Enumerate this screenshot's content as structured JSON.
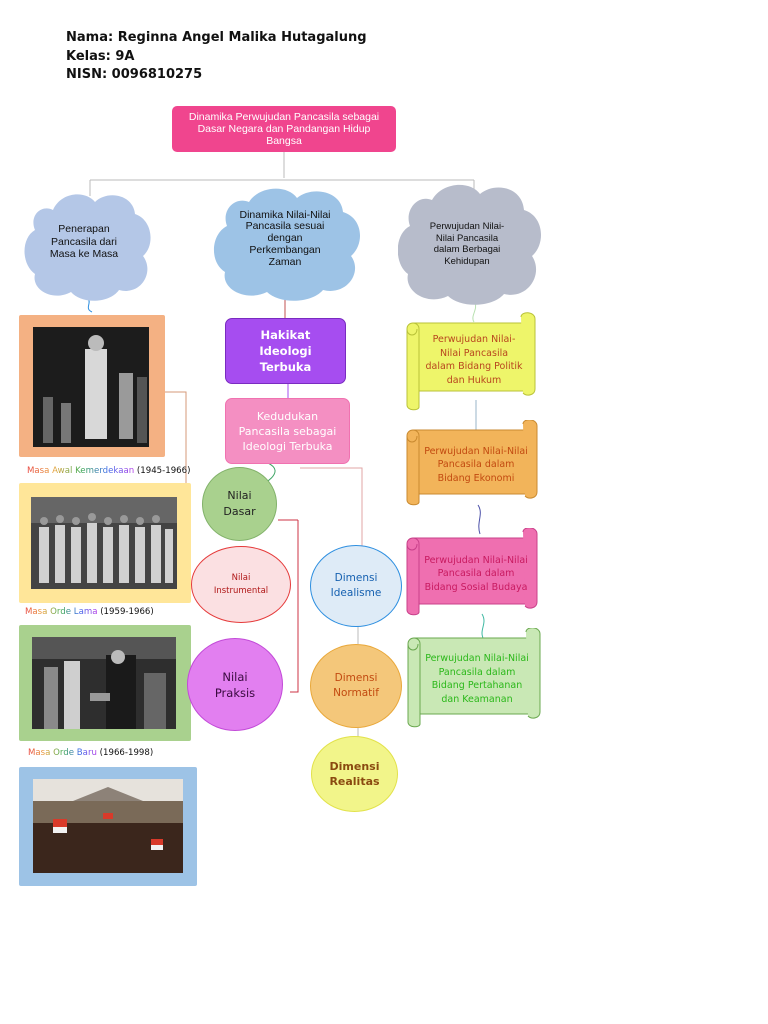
{
  "header": {
    "nama": "Nama: Reginna Angel Malika Hutagalung",
    "kelas": "Kelas: 9A",
    "nisn": "NISN: 0096810275"
  },
  "title": "Dinamika Perwujudan Pancasila sebagai Dasar Negara dan Pandangan Hidup Bangsa",
  "clouds": {
    "left": "Penerapan Pancasila dari Masa ke Masa",
    "middle": "Dinamika Nilai-Nilai Pancasila sesuai dengan Perkembangan Zaman",
    "right": "Perwujudan Nilai-Nilai Pancasila dalam Berbagai Kehidupan"
  },
  "eras": [
    {
      "name": "Masa Awal Kemerdekaan",
      "years": "(1945-1966)"
    },
    {
      "name": "Masa Orde Lama",
      "years": "(1959-1966)"
    },
    {
      "name": "Masa Orde Baru",
      "years": "(1966-1998)"
    }
  ],
  "middle_nodes": {
    "hakikat": "Hakikat Ideologi Terbuka",
    "kedudukan": "Kedudukan Pancasila sebagai Ideologi Terbuka"
  },
  "nilai": {
    "dasar": "Nilai Dasar",
    "instrumental": "Nilai Instrumental",
    "praksis": "Nilai Praksis"
  },
  "dimensi": {
    "idealisme": "Dimensi Idealisme",
    "normatif": "Dimensi Normatif",
    "realitas": "Dimensi Realitas"
  },
  "scrolls": [
    "Perwujudan Nilai-Nilai Pancasila dalam Bidang Politik dan Hukum",
    "Perwujudan Nilai-Nilai Pancasila dalam Bidang Ekonomi",
    "Perwujudan Nilai-Nilai Pancasila dalam Bidang Sosial Budaya",
    "Perwujudan Nilai-Nilai Pancasila dalam Bidang Pertahanan dan Keamanan"
  ],
  "colors": {
    "title_bg": "#f0458e",
    "cloud_left": "#b4c7e7",
    "cloud_middle": "#9dc3e6",
    "cloud_right": "#b7bccb",
    "frame1": "#f4b183",
    "frame2": "#ffe699",
    "frame3": "#a9d18e",
    "frame4": "#9dc3e6",
    "hakikat": "#a64df0",
    "kedudukan": "#f48fc2",
    "nilai_dasar": "#a9d18e",
    "nilai_instrumental": "#fbe0e2",
    "nilai_praksis": "#e27ff0",
    "dim_idealisme": "#deebf7",
    "dim_normatif": "#f4c77a",
    "dim_realitas": "#f2f58a",
    "scroll1": "#eef56a",
    "scroll2": "#f2b45a",
    "scroll3": "#ef6fb0",
    "scroll4": "#c9e8b5"
  }
}
